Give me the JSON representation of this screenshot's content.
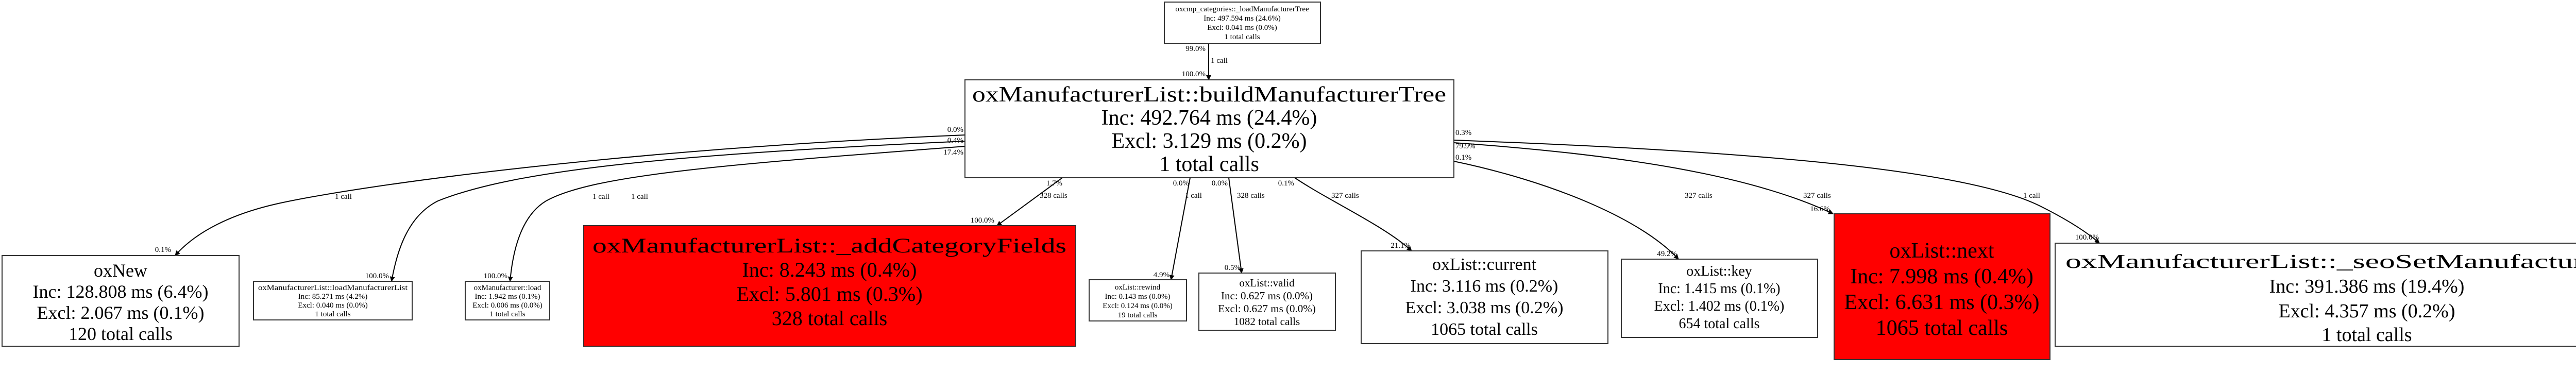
{
  "nodes": {
    "caller": {
      "name": "oxcmp_categories::_loadManufacturerTree",
      "inc": "Inc: 497.594 ms (24.6%)",
      "excl": "Excl: 0.041 ms (0.0%)",
      "calls": "1 total calls"
    },
    "main": {
      "name": "oxManufacturerList::buildManufacturerTree",
      "inc": "Inc: 492.764 ms (24.4%)",
      "excl": "Excl: 3.129 ms (0.2%)",
      "calls": "1 total calls"
    },
    "oxnew": {
      "name": "oxNew",
      "inc": "Inc: 128.808 ms (6.4%)",
      "excl": "Excl: 2.067 ms (0.1%)",
      "calls": "120 total calls"
    },
    "loadlist": {
      "name": "oxManufacturerList::loadManufacturerList",
      "inc": "Inc: 85.271 ms (4.2%)",
      "excl": "Excl: 0.040 ms (0.0%)",
      "calls": "1 total calls"
    },
    "load": {
      "name": "oxManufacturer::load",
      "inc": "Inc: 1.942 ms (0.1%)",
      "excl": "Excl: 0.006 ms (0.0%)",
      "calls": "1 total calls"
    },
    "addcat": {
      "name": "oxManufacturerList::_addCategoryFields",
      "inc": "Inc: 8.243 ms (0.4%)",
      "excl": "Excl: 5.801 ms (0.3%)",
      "calls": "328 total calls"
    },
    "rewind": {
      "name": "oxList::rewind",
      "inc": "Inc: 0.143 ms (0.0%)",
      "excl": "Excl: 0.124 ms (0.0%)",
      "calls": "19 total calls"
    },
    "valid": {
      "name": "oxList::valid",
      "inc": "Inc: 0.627 ms (0.0%)",
      "excl": "Excl: 0.627 ms (0.0%)",
      "calls": "1082 total calls"
    },
    "current": {
      "name": "oxList::current",
      "inc": "Inc: 3.116 ms (0.2%)",
      "excl": "Excl: 3.038 ms (0.2%)",
      "calls": "1065 total calls"
    },
    "key": {
      "name": "oxList::key",
      "inc": "Inc: 1.415 ms (0.1%)",
      "excl": "Excl: 1.402 ms (0.1%)",
      "calls": "654 total calls"
    },
    "next": {
      "name": "oxList::next",
      "inc": "Inc: 7.998 ms (0.4%)",
      "excl": "Excl: 6.631 ms (0.3%)",
      "calls": "1065 total calls"
    },
    "seo": {
      "name": "oxManufacturerList::_seoSetManufacturerData",
      "inc": "Inc: 391.386 ms (19.4%)",
      "excl": "Excl: 4.357 ms (0.2%)",
      "calls": "1 total calls"
    }
  },
  "edges": {
    "caller_main": {
      "tail": "99.0%",
      "calls": "1 call",
      "head": "100.0%"
    },
    "oxnew": {
      "tail": "0.0%",
      "calls": "1 call",
      "head": "0.1%"
    },
    "loadlist": {
      "tail": "0.4%",
      "calls": "1 call",
      "head": "100.0%"
    },
    "load": {
      "tail": "17.4%",
      "calls": "1 call",
      "head": "100.0%"
    },
    "addcat": {
      "tail": "1.7%",
      "calls": "328 calls",
      "head": "100.0%"
    },
    "rewind": {
      "tail": "0.0%",
      "calls": "1 call",
      "head": "4.9%"
    },
    "valid": {
      "tail": "0.0%",
      "calls": "328 calls",
      "head": "0.5%"
    },
    "current": {
      "tail": "0.1%",
      "calls": "327 calls",
      "head": "21.1%"
    },
    "key": {
      "tail": "0.1%",
      "calls": "327 calls",
      "head": "49.2%"
    },
    "next": {
      "tail": "0.3%",
      "calls": "327 calls",
      "head": "16.6%"
    },
    "seo": {
      "tail": "79.9%",
      "calls": "1 call",
      "head": "100.0%"
    }
  },
  "colors": {
    "hot": "#ff0000",
    "normal": "#ffffff"
  }
}
